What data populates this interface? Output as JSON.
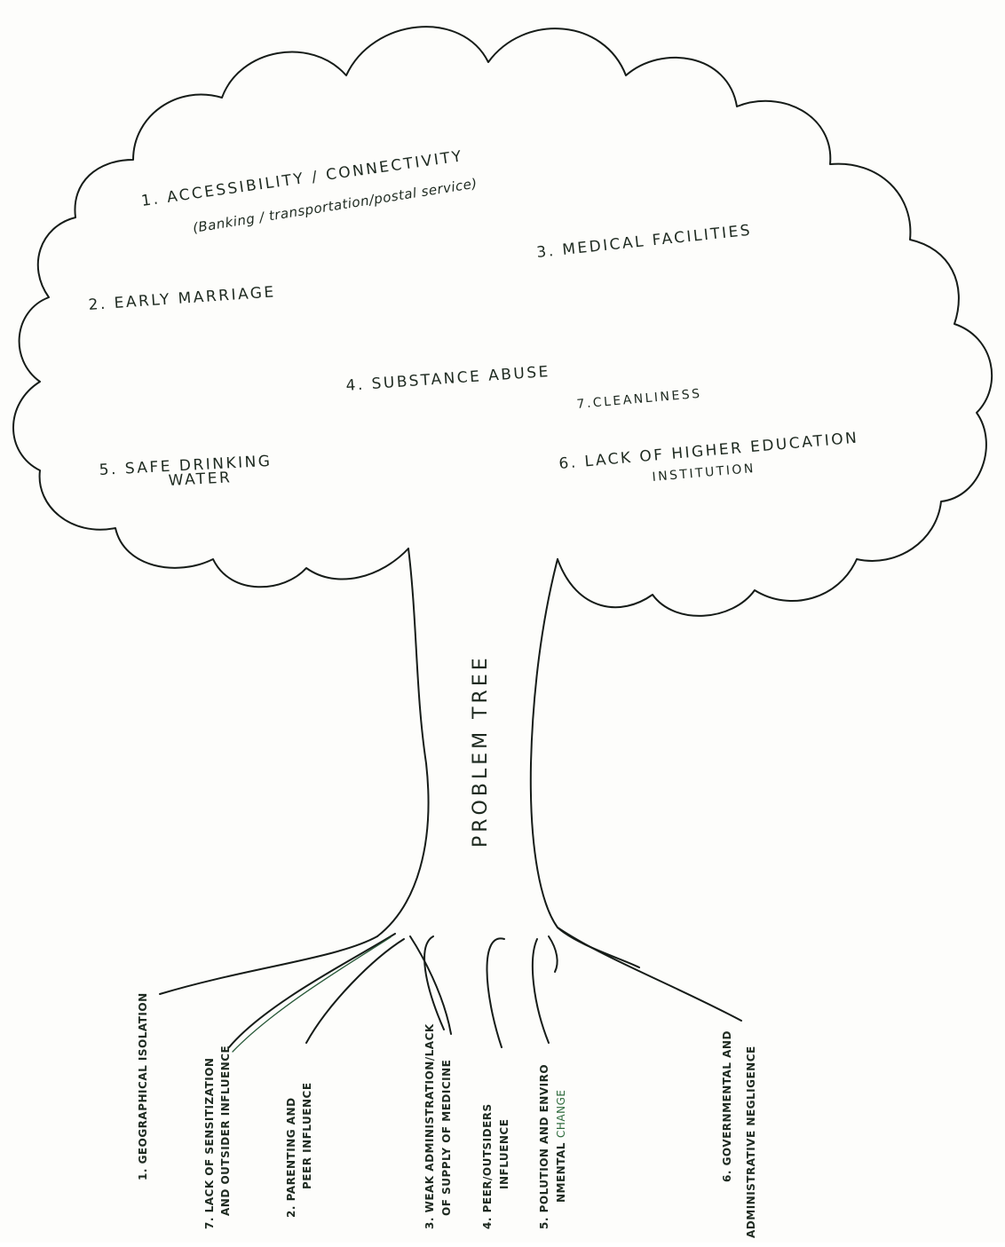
{
  "colors": {
    "ink": "#161c18",
    "green_ink": "#2e6b3c",
    "paper": "#fdfdfb"
  },
  "trunk": {
    "title": "PROBLEM TREE"
  },
  "crown": {
    "item1_line1": "1. ACCESSIBILITY / CONNECTIVITY",
    "item1_line2": "(Banking / transportation/postal service)",
    "item2": "2. EARLY MARRIAGE",
    "item3": "3. MEDICAL FACILITIES",
    "item4": "4. SUBSTANCE ABUSE",
    "item5_line1": "5. SAFE DRINKING",
    "item5_line2": "WATER",
    "item6_line1": "6. LACK OF HIGHER EDUCATION",
    "item6_line2": "INSTITUTION",
    "item7": "7.CLEANLINESS"
  },
  "roots": {
    "r1": "1. GEOGRAPHICAL ISOLATION",
    "r7_line1": "7. LACK OF SENSITIZATION",
    "r7_line2": "AND OUTSIDER INFLUENCE",
    "r2_line1": "2. PARENTING AND",
    "r2_line2": "PEER INFLUENCE",
    "r3_line1": "3. WEAK ADMINISTRATION/LACK",
    "r3_line2": "OF SUPPLY OF MEDICINE",
    "r4_line1": "4. PEER/OUTSIDERS",
    "r4_line2": "INFLUENCE",
    "r5_line1": "5. POLUTION AND ENVIRO",
    "r5_line2": "NMENTAL",
    "r5_change": "CHANGE",
    "r6_line1": "6. GOVERNMENTAL AND",
    "r6_line2": "ADMINISTRATIVE NEGLIGENCE"
  }
}
